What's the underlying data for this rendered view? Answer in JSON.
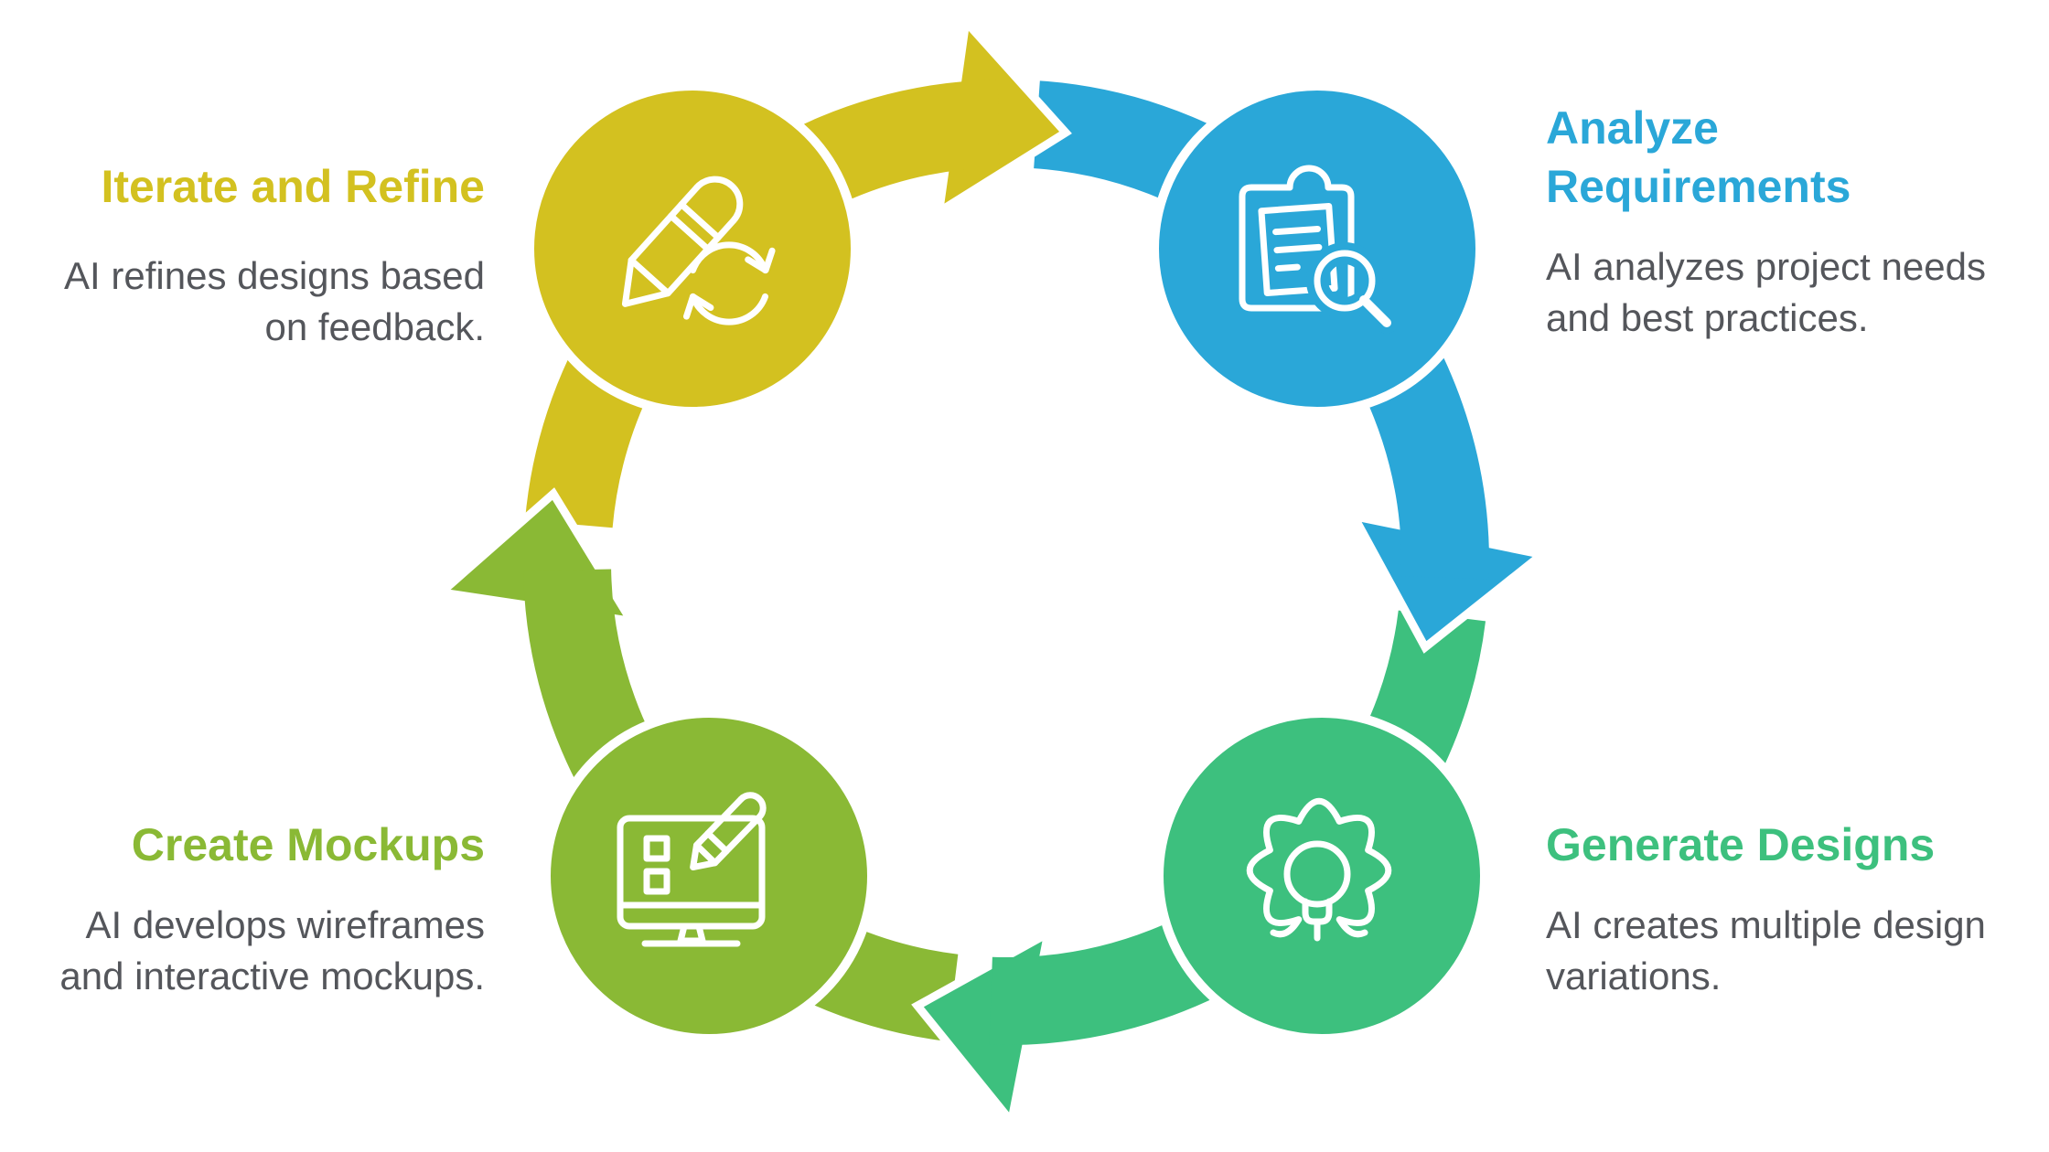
{
  "page": {
    "background": "#ffffff"
  },
  "diagram": {
    "type": "cycle",
    "direction": "clockwise",
    "text_color": "#54565b",
    "steps": [
      {
        "title": "Analyze Requirements",
        "description": "AI analyzes project needs and best practices.",
        "color": "#2aa7d8",
        "icon": "clipboard-search-icon",
        "position": "top-right"
      },
      {
        "title": "Generate Designs",
        "description": "AI creates multiple design variations.",
        "color": "#3dc07e",
        "icon": "gear-lightbulb-icon",
        "position": "bottom-right"
      },
      {
        "title": "Create Mockups",
        "description": "AI develops wireframes and interactive mockups.",
        "color": "#8ab935",
        "icon": "monitor-pencil-icon",
        "position": "bottom-left"
      },
      {
        "title": "Iterate and Refine",
        "description": "AI refines designs based on feedback.",
        "color": "#d3c120",
        "icon": "pencil-refresh-icon",
        "position": "top-left"
      }
    ]
  }
}
